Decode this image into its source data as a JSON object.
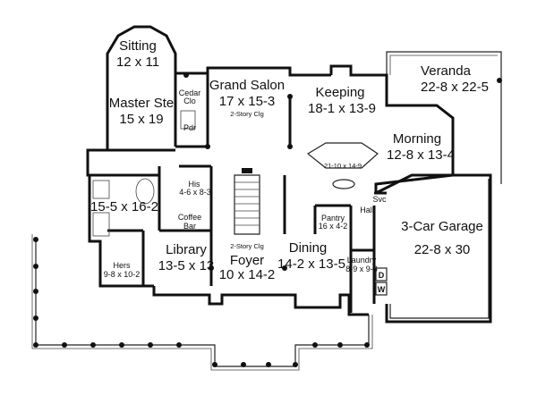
{
  "rooms": {
    "sitting": {
      "name": "Sitting",
      "size": "12 x 11"
    },
    "master": {
      "name": "Master Ste",
      "size": "15 x 19"
    },
    "grand": {
      "name": "Grand Salon",
      "size": "17 x 15-3",
      "note": "2-Story Clg"
    },
    "keeping": {
      "name": "Keeping",
      "size": "18-1 x 13-9"
    },
    "veranda": {
      "name": "Veranda",
      "size": "22-8 x 22-5"
    },
    "morning": {
      "name": "Morning",
      "size": "12-8 x 13-4"
    },
    "cedar": {
      "name": "Cedar",
      "size": "Clo"
    },
    "pdr": {
      "name": "Pdr"
    },
    "island": {
      "size": "21-10 x 14-9"
    },
    "his": {
      "name": "His",
      "size": "4-6 x 8-3"
    },
    "bath": {
      "size": "15-5 x 16-2"
    },
    "coffee": {
      "name": "Coffee",
      "size": "Bar"
    },
    "garage": {
      "name": "3-Car Garage",
      "size": "22-8 x 30"
    },
    "pantry": {
      "name": "Pantry",
      "size": "16 x 4-2"
    },
    "hall": {
      "name": "Hall"
    },
    "svc": {
      "name": "Svc"
    },
    "library": {
      "name": "Library",
      "size": "13-5 x 13"
    },
    "foyer": {
      "name": "Foyer",
      "size": "10 x 14-2",
      "note": "2-Story Clg"
    },
    "dining": {
      "name": "Dining",
      "size": "14-2 x 13-5"
    },
    "hers": {
      "name": "Hers",
      "size": "9-8 x 10-2"
    },
    "laundry": {
      "name": "Laundry",
      "size": "8-9 x 9-8"
    },
    "dryer": {
      "name": "D"
    },
    "washer": {
      "name": "W"
    }
  }
}
